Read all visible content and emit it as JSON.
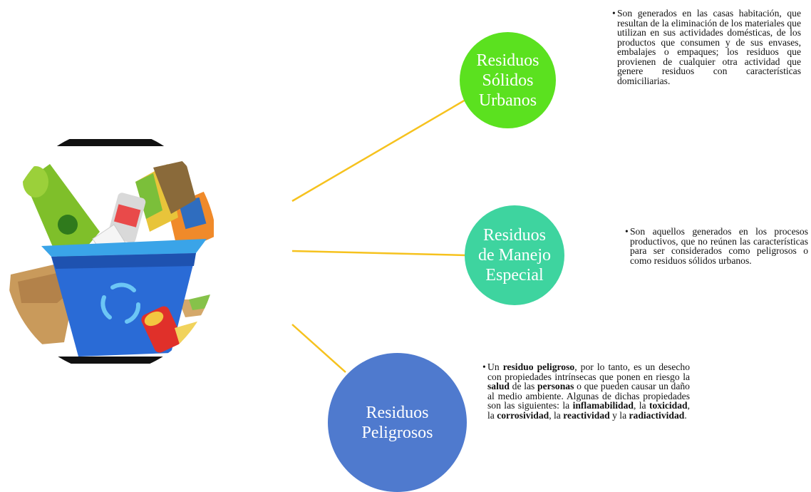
{
  "colors": {
    "connector": "#f6c21e",
    "node_1": "#5be11f",
    "node_2": "#3ed49f",
    "node_3": "#4f7ace"
  },
  "hub": {
    "icon": "recycling-bin-with-waste"
  },
  "categories": [
    {
      "title": "Residuos Sólidos Urbanos",
      "description": "Son generados en las casas habitación, que resultan de la eliminación de los materiales que utilizan en sus actividades domésticas, de los productos que consumen y de sus envases, embalajes o empaques; los residuos que provienen de cualquier otra actividad que genere residuos con características domiciliarias."
    },
    {
      "title": "Residuos de Manejo Especial",
      "description": "Son aquellos generados en los procesos productivos, que no reúnen las características para ser considerados como peligrosos o como residuos sólidos urbanos."
    },
    {
      "title": "Residuos Peligrosos",
      "description_parts": {
        "p1": "Un ",
        "b1": "residuo peligroso",
        "p2": ", por lo tanto, es un desecho con propiedades intrínsecas que ponen en riesgo la ",
        "b2": "salud",
        "p3": " de las ",
        "b3": "personas",
        "p4": " o que pueden causar un daño al medio ambiente. Algunas de dichas propiedades son las siguientes: la ",
        "b4": "inflamabilidad",
        "p5": ", la ",
        "b5": "toxicidad",
        "p6": ", la ",
        "b6": "corrosividad",
        "p7": ", la ",
        "b7": "reactividad",
        "p8": " y la ",
        "b8": "radiactividad",
        "p9": "."
      }
    }
  ]
}
